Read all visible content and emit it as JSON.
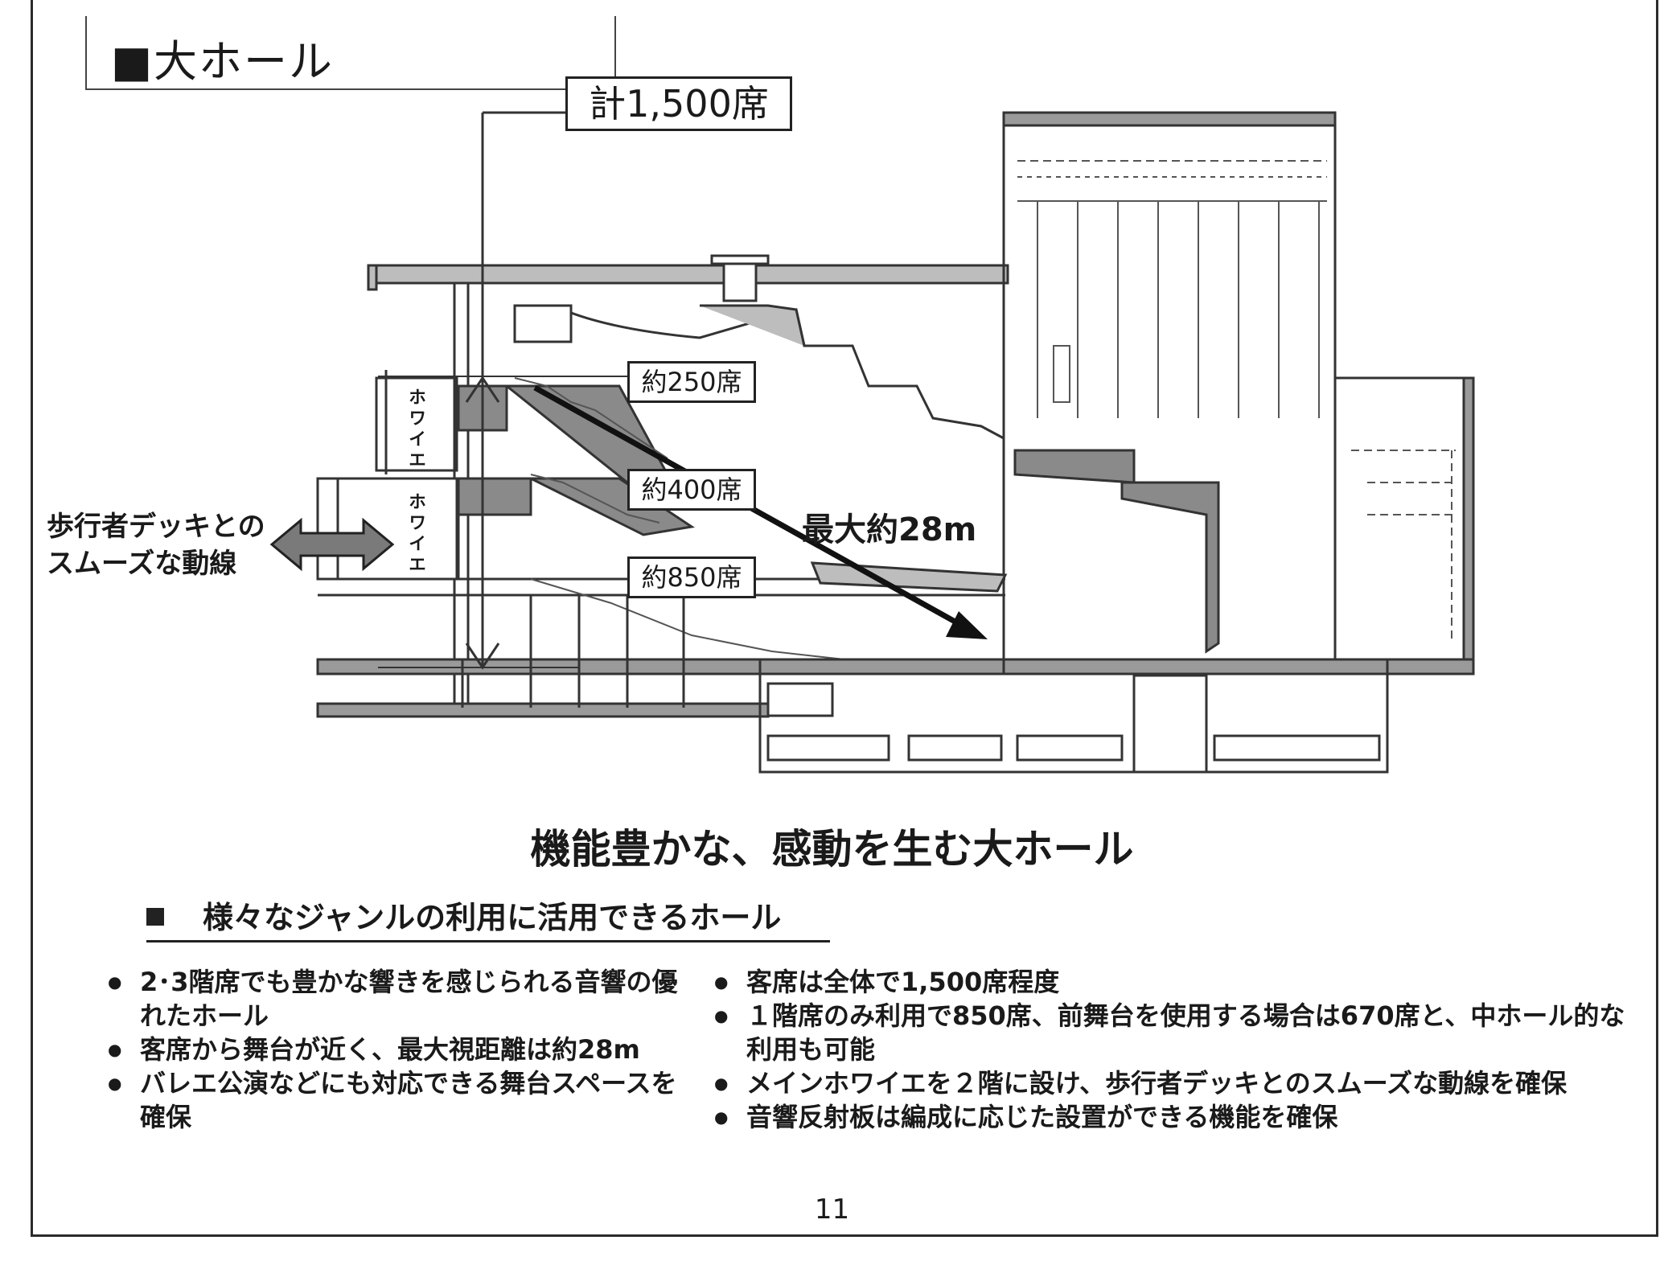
{
  "title": "■大ホール",
  "total_seats": "計1,500席",
  "seat_levels": [
    "約250席",
    "約400席",
    "約850席"
  ],
  "foyer_label": "ホワイエ",
  "deck_note_line1": "歩行者デッキとの",
  "deck_note_line2": "スムーズな動線",
  "max_distance": "最大約28m",
  "subtitle": "機能豊かな、感動を生む大ホール",
  "section_heading": "様々なジャンルの利用に活用できるホール",
  "bullets_left": [
    "2･3階席でも豊かな響きを感じられる音響の優れたホール",
    "客席から舞台が近く、最大視距離は約28m",
    "バレエ公演などにも対応できる舞台スペースを確保"
  ],
  "bullets_right": [
    "客席は全体で1,500席程度",
    "１階席のみ利用で850席、前舞台を使用する場合は670席と、中ホール的な利用も可能",
    "メインホワイエを２階に設け、歩行者デッキとのスムーズな動線を確保",
    "音響反射板は編成に応じた設置ができる機能を確保"
  ],
  "page_number": "11",
  "colors": {
    "wall_fill": "#8a8a8a",
    "line": "#333333",
    "arrow": "#111111"
  }
}
